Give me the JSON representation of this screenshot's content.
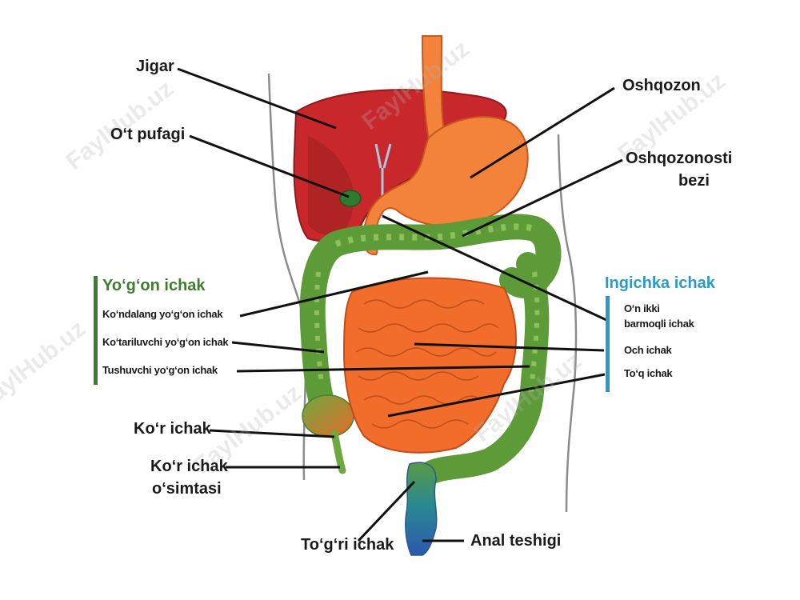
{
  "labels": {
    "jigar": "Jigar",
    "ot_pufagi": "O‘t pufagi",
    "oshqozon": "Oshqozon",
    "oshqozonosti_1": "Oshqozonosti",
    "oshqozonosti_2": "bezi",
    "kor_ichak": "Ko‘r ichak",
    "kor_osimta_1": "Ko‘r ichak",
    "kor_osimta_2": "o‘simtasi",
    "togri_ichak": "To‘g‘ri ichak",
    "anal": "Anal teshigi"
  },
  "large_intestine": {
    "title": "Yo‘g‘on ichak",
    "color": "#3e7d2e",
    "parts": [
      "Ko‘ndalang yo‘g‘on ichak",
      "Ko‘tariluvchi yo‘g‘on ichak",
      "Tushuvchi yo‘g‘on ichak"
    ]
  },
  "small_intestine": {
    "title": "Ingichka ichak",
    "color": "#2a9bc7",
    "parts": [
      "O‘n ikki",
      "barmoqli ichak",
      "Och ichak",
      "To‘q ichak"
    ]
  },
  "watermark": "FaylHub.uz",
  "colors": {
    "liver": "#c8282b",
    "stomach": "#f3823a",
    "small_intestine": "#f26c2c",
    "colon": "#6fa841",
    "pancreas": "#e9e03a",
    "gallbladder": "#2d7b2e",
    "rectum": "#2e6fb3"
  }
}
